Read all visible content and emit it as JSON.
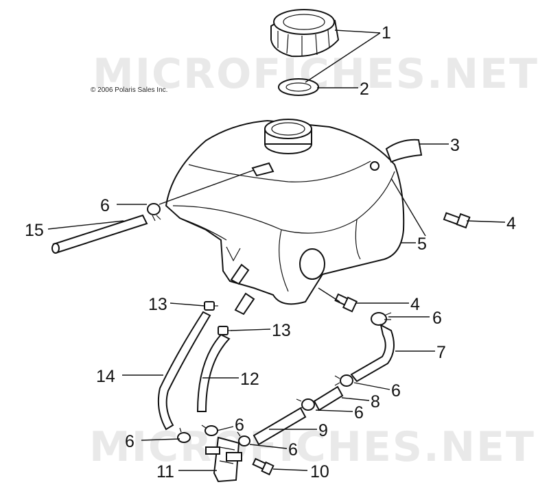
{
  "watermark": {
    "text": "MICROFICHES.NET"
  },
  "copyright": "© 2006 Polaris Sales Inc.",
  "callouts": [
    "1",
    "2",
    "3",
    "4",
    "4",
    "5",
    "6",
    "6",
    "6",
    "6",
    "6",
    "6",
    "6",
    "7",
    "8",
    "9",
    "10",
    "11",
    "12",
    "13",
    "13",
    "14",
    "15"
  ]
}
